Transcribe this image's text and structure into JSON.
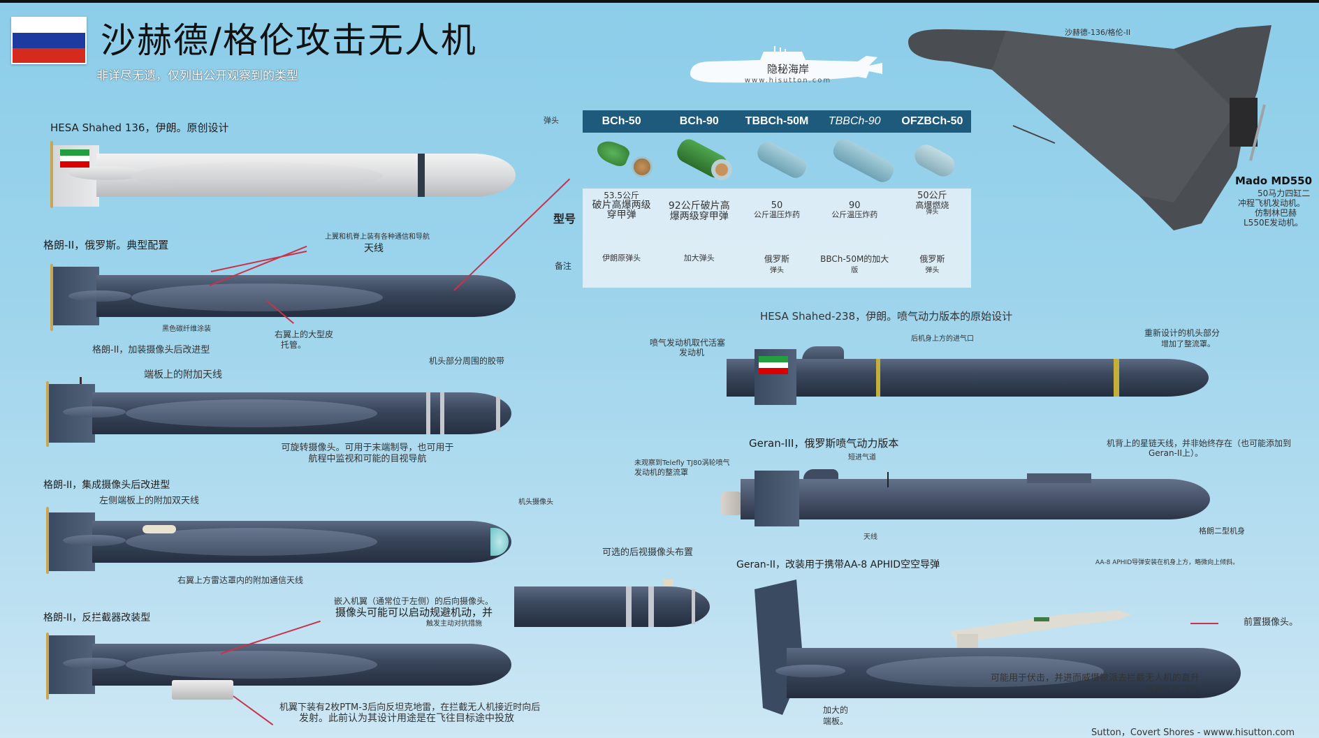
{
  "header": {
    "title": "沙赫德/格伦攻击无人机",
    "subtitle": "非详尽无遗，仅列出公开观察到的类型",
    "flag": "russia-flag",
    "colors": {
      "bg_top": "#8ccde9",
      "bg_bottom": "#cde7f4",
      "accent_red": "#c8334b",
      "table_header": "#1d5a7c"
    }
  },
  "logo": {
    "name": "隐秘海岸",
    "url": "www.hisutton.com"
  },
  "variants": [
    {
      "title": "HESA Shahed 136，伊朗。原创设计",
      "flag": "iran-flag",
      "color": "white"
    },
    {
      "title": "格朗-II，俄罗斯。典型配置",
      "annotations": [
        "上翼和机脊上装有各种通信和导航",
        "天线",
        "黑色碳纤维涂装",
        "右翼上的大型皮",
        "托管。"
      ]
    },
    {
      "title": "格朗-II，加装摄像头后改进型",
      "annotations": [
        "端板上的附加天线",
        "机头部分周围的胶带",
        "可旋转摄像头。可用于末端制导，也可用于",
        "航程中监视和可能的目视导航"
      ]
    },
    {
      "title": "格朗-II，集成摄像头后改进型",
      "annotations": [
        "左侧端板上的附加双天线",
        "机头摄像头",
        "右翼上方雷达罩内的附加通信天线"
      ]
    },
    {
      "title": "格朗-II，反拦截器改装型",
      "annotations": [
        "嵌入机翼（通常位于左侧）的后向摄像头。",
        "摄像头可能可以启动规避机动，并",
        "触发主动对抗措施",
        "机翼下装有2枚PTM-3后向反坦克地雷，在拦截无人机接近时向后",
        "发射。此前认为其设计用途是在飞往目标途中投放"
      ]
    },
    {
      "title": "可选的后视摄像头布置"
    },
    {
      "title": "HESA Shahed-238，伊朗。喷气动力版本的原始设计",
      "flag": "iran-flag",
      "annotations": [
        "喷气发动机取代活塞",
        "发动机",
        "后机身上方的进气口",
        "重新设计的机头部分",
        "增加了整流罩。"
      ]
    },
    {
      "title": "Geran-III，俄罗斯喷气动力版本",
      "annotations": [
        "未观察到Telefly TJ80涡轮喷气",
        "发动机的整流罩",
        "短进气道",
        "天线",
        "机背上的星链天线，并非始终存在（也可能添加到",
        "Geran-II上）。",
        "格朗二型机身"
      ]
    },
    {
      "title": "Geran-II，改装用于携带AA-8 APHID空空导弹",
      "annotations": [
        "AA-8 APHID导弹安装在机身上方，略微向上倾斜。",
        "前置摄像头。",
        "可能用于伏击，并进而威慑被派去拦截无人机的直升",
        "机和轻型飞机",
        "加大的",
        "端板。"
      ]
    }
  ],
  "top_view": {
    "caption": "沙赫德-136/格伦-II",
    "engine_title": "Mado MD550",
    "engine_desc": [
      "50马力四缸二",
      "冲程飞机发动机。",
      "仿制林巴赫",
      "L550E发动机。"
    ]
  },
  "warheads": {
    "row_label_head": "弹头",
    "row_label_model": "型号",
    "row_label_note": "备注",
    "columns": [
      {
        "name": "BCh-50",
        "italic": false,
        "model": [
          "53.5公斤",
          "破片高爆两级",
          "穿甲弹"
        ],
        "note": [
          "伊朗原弹头"
        ],
        "color": "#3f8f3f"
      },
      {
        "name": "BCh-90",
        "italic": false,
        "model": [
          "92公斤破片高",
          "爆两级穿甲弹"
        ],
        "note": [
          "加大弹头"
        ],
        "color": "#3f8f3f"
      },
      {
        "name": "TBBCh-50M",
        "italic": false,
        "model": [
          "50",
          "公斤温压炸药"
        ],
        "note": [
          "俄罗斯",
          "弹头"
        ],
        "color": "#8fb9c7"
      },
      {
        "name": "TBBCh-90",
        "italic": true,
        "model": [
          "90",
          "公斤温压炸药"
        ],
        "note": [
          "BBCh-50M的加大",
          "版"
        ],
        "color": "#8fb9c7"
      },
      {
        "name": "OFZBCh-50",
        "italic": false,
        "model": [
          "50公斤",
          "高爆燃烧",
          "弹头"
        ],
        "note": [
          "俄罗斯",
          "弹头"
        ],
        "color": "#a9c6d0"
      }
    ]
  },
  "credit": "Sutton，Covert Shores - wwww.hisutton.com"
}
